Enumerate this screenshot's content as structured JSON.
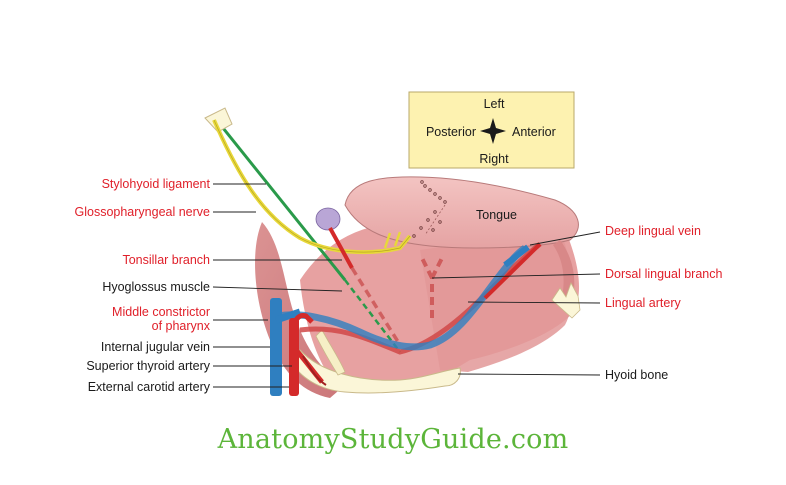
{
  "diagram": {
    "compass": {
      "top": "Left",
      "bottom": "Right",
      "left": "Posterior",
      "right": "Anterior"
    },
    "organ_label": "Tongue",
    "labels": {
      "stylohyoid_ligament": "Stylohyoid ligament",
      "glossopharyngeal_nerve": "Glossopharyngeal nerve",
      "tonsillar_branch": "Tonsillar branch",
      "hyoglossus_muscle": "Hyoglossus muscle",
      "middle_constrictor_1": "Middle constrictor",
      "middle_constrictor_2": "of pharynx",
      "internal_jugular_vein": "Internal jugular vein",
      "superior_thyroid_artery": "Superior thyroid artery",
      "external_carotid_artery": "External carotid artery",
      "deep_lingual_vein": "Deep lingual vein",
      "dorsal_lingual_branch": "Dorsal lingual branch",
      "lingual_artery": "Lingual artery",
      "hyoid_bone": "Hyoid bone"
    },
    "colors": {
      "artery": "#d42a2a",
      "vein": "#2f7fc0",
      "nerve": "#e8d83a",
      "ligament": "#2a9a4a",
      "muscle": "#e8a7a7",
      "label_red": "#e0202a",
      "compass_box": "#fdf2b0"
    }
  },
  "watermark": "AnatomyStudyGuide.com"
}
